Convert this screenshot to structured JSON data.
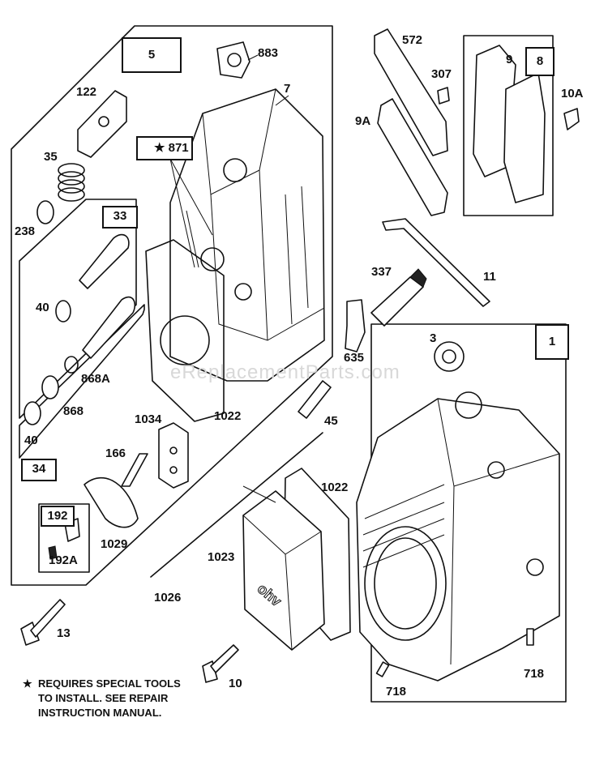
{
  "diagram": {
    "box_labels": {
      "b5": "5",
      "b33": "33",
      "b34": "34",
      "b192": "192",
      "b8": "8",
      "b1": "1"
    },
    "part_labels": {
      "l883": "883",
      "l7": "7",
      "l122": "122",
      "l871": "871",
      "l35": "35",
      "l238": "238",
      "l40a": "40",
      "l868A": "868A",
      "l868": "868",
      "l40b": "40",
      "l1034": "1034",
      "l1022a": "1022",
      "l166": "166",
      "l1029": "1029",
      "l192A": "192A",
      "l572": "572",
      "l307": "307",
      "l9A": "9A",
      "l9": "9",
      "l10A": "10A",
      "l337": "337",
      "l11": "11",
      "l635": "635",
      "l3": "3",
      "l45": "45",
      "l1022b": "1022",
      "l1023": "1023",
      "l1026": "1026",
      "l13": "13",
      "l10": "10",
      "l718a": "718",
      "l718b": "718"
    },
    "star_symbol": "★",
    "note": {
      "star": "★",
      "line1": "REQUIRES SPECIAL TOOLS",
      "line2": "TO INSTALL.  SEE REPAIR",
      "line3": "INSTRUCTION MANUAL."
    },
    "watermark": "eReplacementParts.com"
  }
}
